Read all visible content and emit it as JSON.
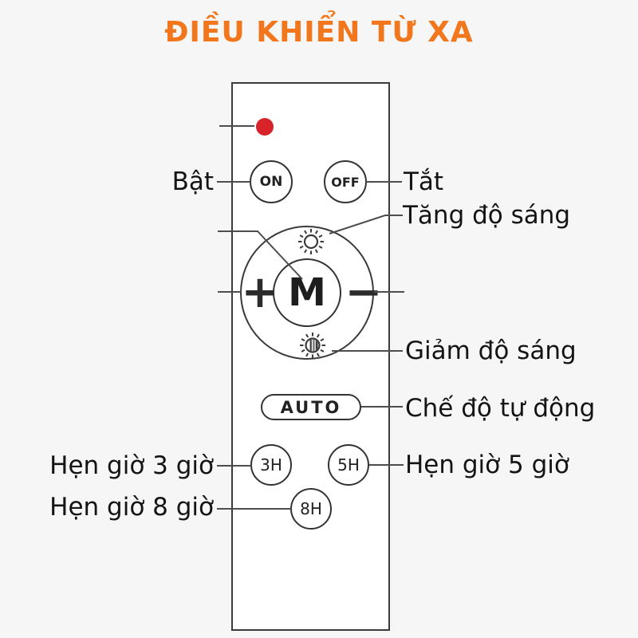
{
  "title": "ĐIỀU KHIỂN TỪ XA",
  "colors": {
    "accent_orange": "#F2771C",
    "led_red": "#D8232A",
    "callout_line": "#4D4D4D",
    "remote_border": "#3B3B3B",
    "remote_fill": "#FFFFFF",
    "background": "#F6F6F6",
    "text": "#141414"
  },
  "remote": {
    "led": "power-led",
    "on": "ON",
    "off": "OFF",
    "mode": "M",
    "plus": "+",
    "minus": "−",
    "auto": "AUTO",
    "timer_3h": "3H",
    "timer_5h": "5H",
    "timer_8h": "8H"
  },
  "icons": {
    "brightness_up": "sun-bright-icon",
    "brightness_down": "sun-dim-icon",
    "plus": "plus-icon",
    "minus": "minus-icon"
  },
  "callouts": {
    "power_on": "Bật",
    "power_off": "Tắt",
    "brightness_up": "Tăng độ sáng",
    "brightness_down": "Giảm độ sáng",
    "auto_mode": "Chế độ tự động",
    "timer_3h": "Hẹn giờ 3 giờ",
    "timer_5h": "Hẹn giờ 5 giờ",
    "timer_8h": "Hẹn giờ 8 giờ"
  }
}
